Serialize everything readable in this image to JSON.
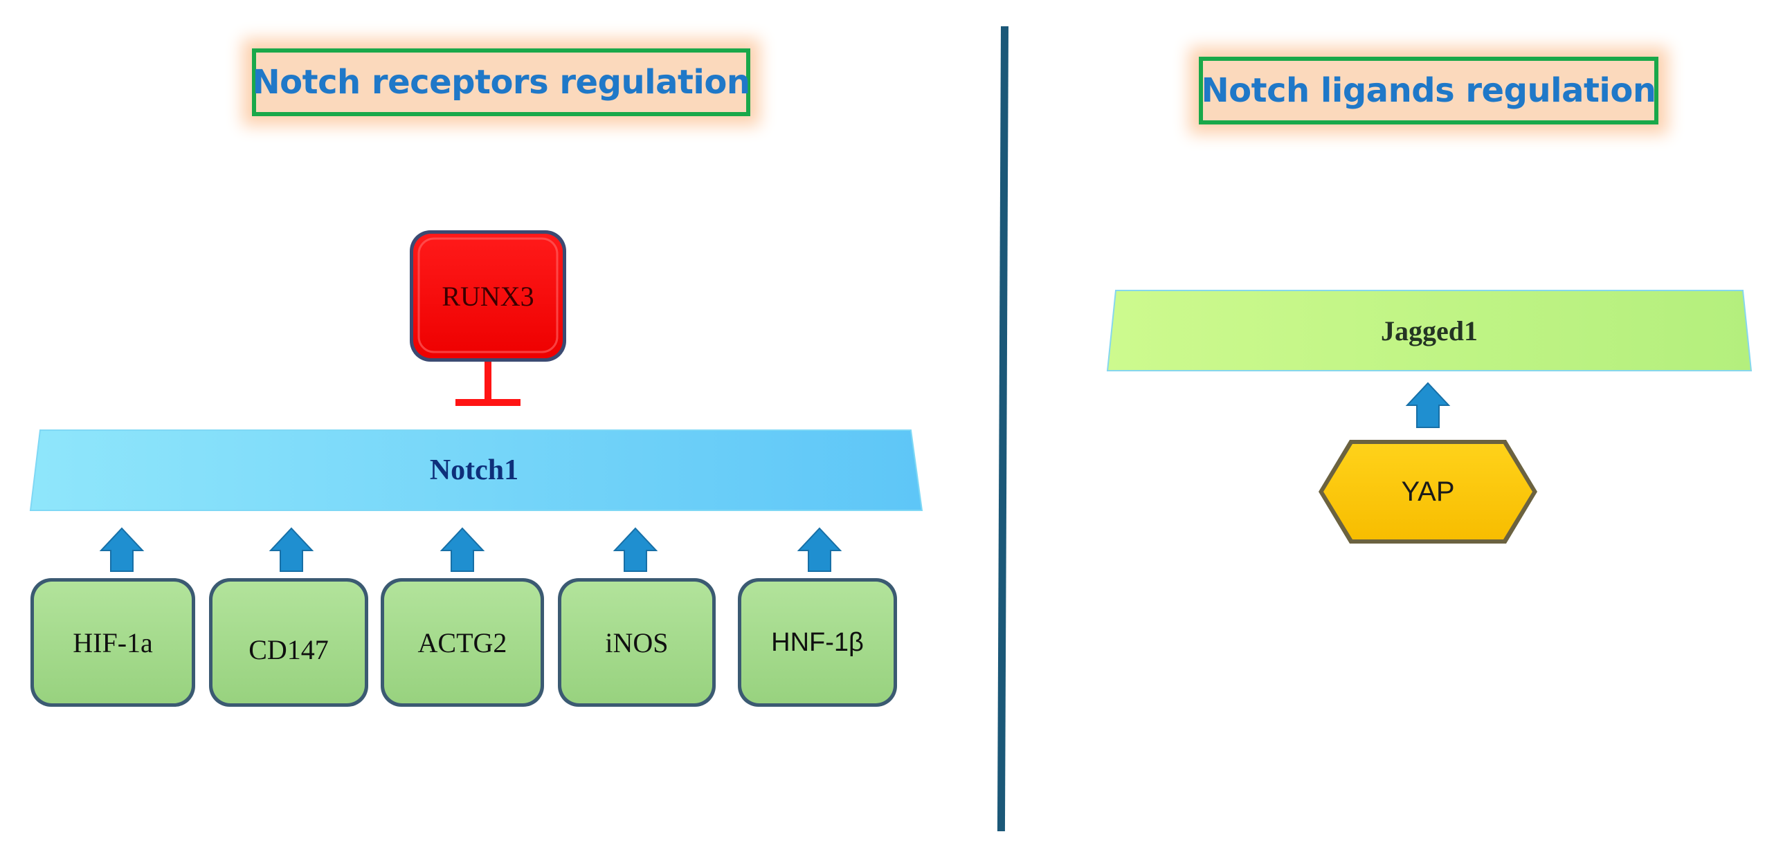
{
  "titles": {
    "left": "Notch receptors regulation",
    "right": "Notch ligands regulation"
  },
  "left_panel": {
    "inhibitor": "RUNX3",
    "receptor": "Notch1",
    "activators": [
      "HIF-1a",
      "CD147",
      "ACTG2",
      "iNOS",
      "HNF-1β"
    ]
  },
  "right_panel": {
    "ligand": "Jagged1",
    "activator": "YAP"
  },
  "colors": {
    "title_text": "#1f78c8",
    "title_border": "#19a84a",
    "title_glow": "#fbd9bc",
    "divider": "#1b5878",
    "arrow": "#1f8fd0",
    "inhibitor_fill": "#ff0000",
    "activator_fill": "#a6dc8f",
    "receptor_fill": "#6fd0f7",
    "ligand_fill": "#c9f58a",
    "yap_fill": "#ffc800"
  }
}
